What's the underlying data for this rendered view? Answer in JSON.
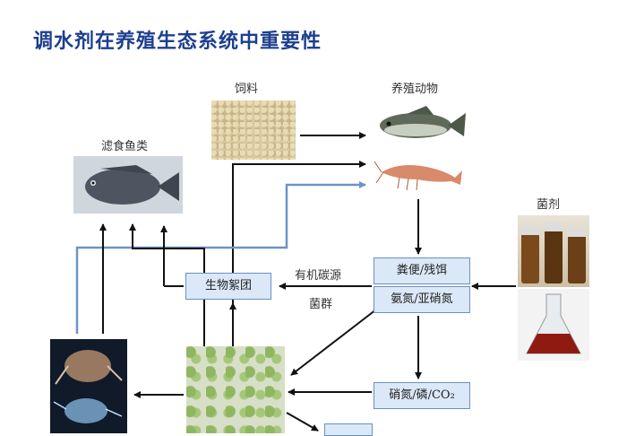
{
  "title": "调水剂在养殖生态系统中重要性",
  "labels": {
    "feed": "饲料",
    "farmed_animals": "养殖动物",
    "filter_fish": "滤食鱼类",
    "bacteria_agent": "菌剂",
    "organic_carbon": "有机碳源",
    "bacteria_group": "菌群"
  },
  "boxes": {
    "biofloc": "生物絮团",
    "feces_residue": "粪便/残饵",
    "ammonia_nitrite": "氨氮/亚硝氮",
    "nitrate_phosphorus": "硝氮/磷/CO₂"
  },
  "colors": {
    "title": "#1c3f8e",
    "box_fill": "#dbe8f7",
    "box_border": "#6b8fbf",
    "arrow": "#111111",
    "blue_line": "#6f93c4"
  },
  "icons": [
    "feed-pellets-image",
    "fish-image",
    "shrimp-image",
    "tilapia-image",
    "bacteria-bottles-image",
    "flask-image",
    "zooplankton-image",
    "algae-image"
  ]
}
